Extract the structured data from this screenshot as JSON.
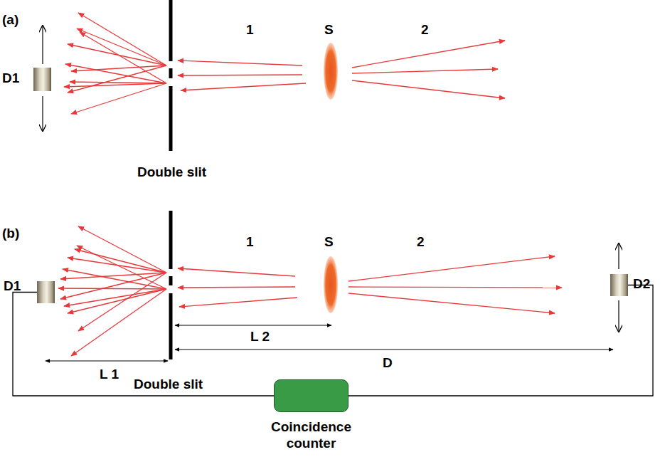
{
  "diagram": {
    "nodes": [
      {
        "text": [
          "D1"
        ]
      },
      {
        "text": [
          "D1"
        ]
      },
      {
        "text": [
          "D2"
        ]
      },
      {
        "text": [
          "Coincidence counter"
        ]
      }
    ],
    "edges": [
      {
        "from": 1,
        "to": 3,
        "arrow": "none"
      },
      {
        "from": 2,
        "to": 3,
        "arrow": "none"
      }
    ],
    "labels": [
      "(a)",
      "1",
      "S",
      "2",
      "Double slit",
      "(b)",
      "1",
      "S",
      "2",
      "L 2",
      "D",
      "L 1",
      "Double slit"
    ]
  }
}
